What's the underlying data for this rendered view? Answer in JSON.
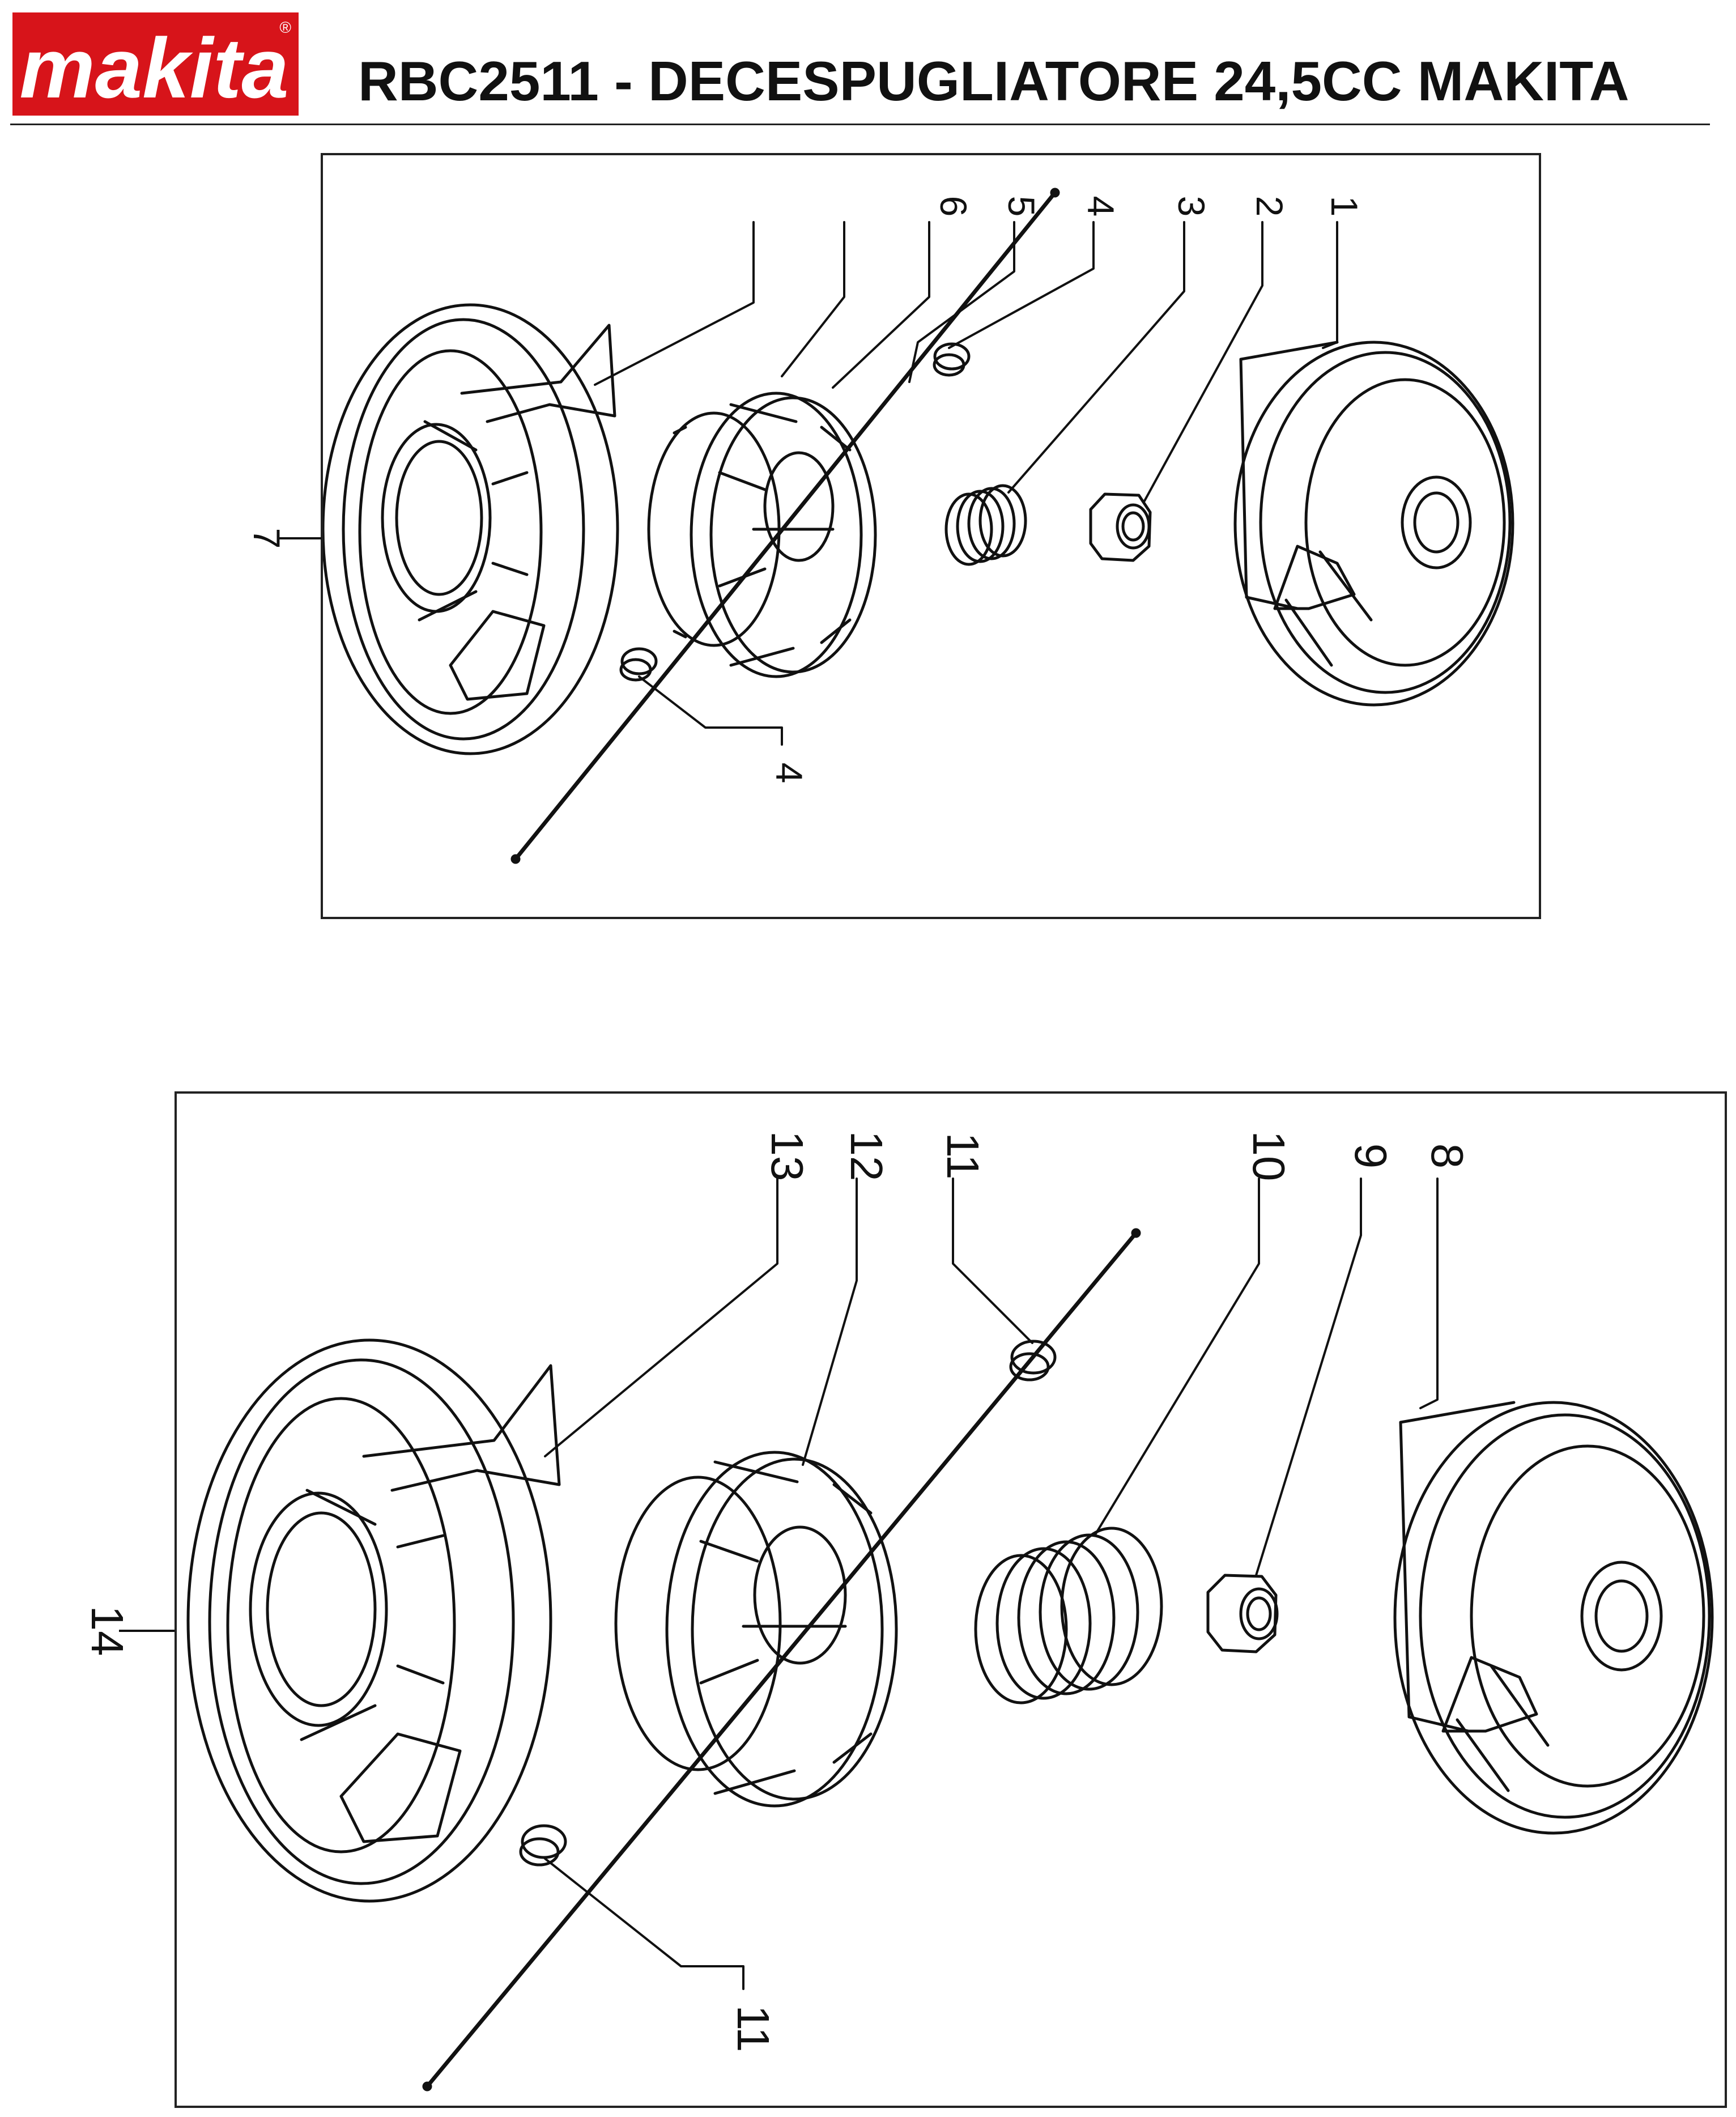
{
  "brand": {
    "name": "makita",
    "registered_mark": "®"
  },
  "header": {
    "title": "RBC2511 - DECESPUGLIATORE 24,5CC MAKITA"
  },
  "diagram_top": {
    "callouts": [
      "1",
      "2",
      "3",
      "4",
      "5",
      "6",
      "4",
      "7"
    ]
  },
  "diagram_bottom": {
    "callouts": [
      "8",
      "9",
      "10",
      "11",
      "12",
      "13",
      "11",
      "14"
    ]
  }
}
